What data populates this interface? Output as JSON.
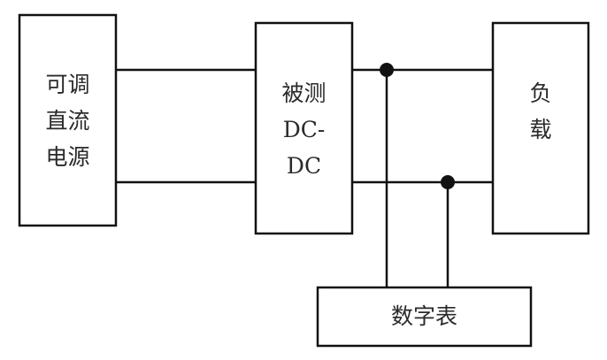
{
  "diagram": {
    "type": "block-diagram",
    "blocks": [
      {
        "id": "source",
        "lines": [
          "可调",
          "直流",
          "电源"
        ]
      },
      {
        "id": "dut",
        "lines": [
          "被测",
          "DC-",
          "DC"
        ]
      },
      {
        "id": "load",
        "lines": [
          "负",
          "载"
        ]
      },
      {
        "id": "meter",
        "lines": [
          "数字表"
        ]
      }
    ],
    "connections": [
      {
        "from": "source",
        "to": "dut",
        "net": "positive"
      },
      {
        "from": "source",
        "to": "dut",
        "net": "negative"
      },
      {
        "from": "dut",
        "to": "load",
        "net": "positive"
      },
      {
        "from": "dut",
        "to": "load",
        "net": "negative"
      },
      {
        "from": "dut-load-positive",
        "to": "meter",
        "junction": true
      },
      {
        "from": "dut-load-negative",
        "to": "meter",
        "junction": true
      }
    ],
    "colors": {
      "line": "#111111",
      "background": "#ffffff"
    }
  }
}
